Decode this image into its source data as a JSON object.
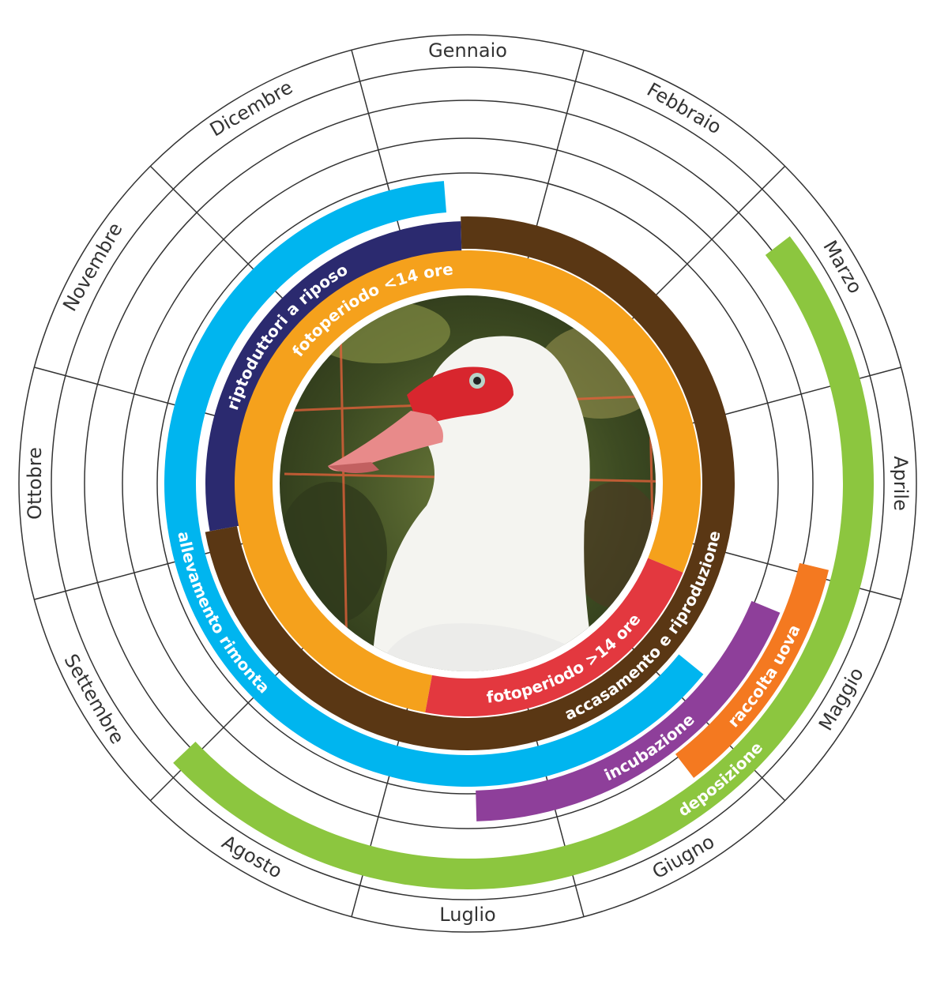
{
  "months": [
    "Gennaio",
    "Febbraio",
    "Marzo",
    "Aprile",
    "Maggio",
    "Giugno",
    "Luglio",
    "Agosto",
    "Settembre",
    "Ottobre",
    "Novembre",
    "Dicembre"
  ],
  "bands": [
    {
      "id": "deposizione",
      "label": "deposizione",
      "color": "#8cc63f",
      "start": 1.75,
      "end": 7.55
    },
    {
      "id": "raccolta-uova",
      "label": "raccolta uova",
      "color": "#f47920",
      "start": 3.45,
      "end": 4.75
    },
    {
      "id": "incubazione",
      "label": "incubazione",
      "color": "#8e3f9a",
      "start": 3.75,
      "end": 5.95
    },
    {
      "id": "allevamento-rimonta",
      "label": "allevamento rimonta",
      "color": "#00b5ef",
      "start": 4.3,
      "end": 11.85
    },
    {
      "id": "riptoduttori-a-riposo",
      "label": "riptoduttori a riposo",
      "color": "#2b2a6f",
      "start": 8.65,
      "end": 11.95
    },
    {
      "id": "accasamento-e-riproduzione",
      "label": "accasamento e riproduzione",
      "color": "#5a3714",
      "start": 11.95,
      "end": 20.65
    },
    {
      "id": "fotoperiodo-meno-14",
      "label": "fotoperiodo <14 ore",
      "color": "#f5a11c",
      "start": 6.35,
      "end": 15.75
    },
    {
      "id": "fotoperiodo-piu-14",
      "label": "fotoperiodo >14 ore",
      "color": "#e3383f",
      "start": 3.75,
      "end": 6.35
    }
  ],
  "colors": {
    "ring_stroke": "#333333",
    "background": "#ffffff"
  },
  "center_image": "white-muscovy-duck-photo"
}
